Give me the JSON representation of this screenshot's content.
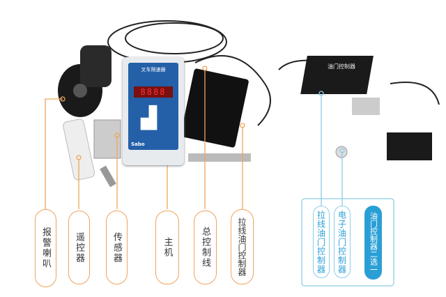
{
  "left_labels": [
    "报警喇叭",
    "遥控器",
    "传感器",
    "主机",
    "总控制线",
    "拉线油门控制器"
  ],
  "right_labels": [
    "拉线油门控制器",
    "电子油门控制器",
    "油门控制器二选一"
  ],
  "device": {
    "title": "叉车限速器",
    "display": "8888",
    "logo": "Sabo"
  },
  "controller_label": "油门控制器",
  "colors": {
    "callout": "#f0a35a",
    "accent": "#2a9fd6"
  }
}
